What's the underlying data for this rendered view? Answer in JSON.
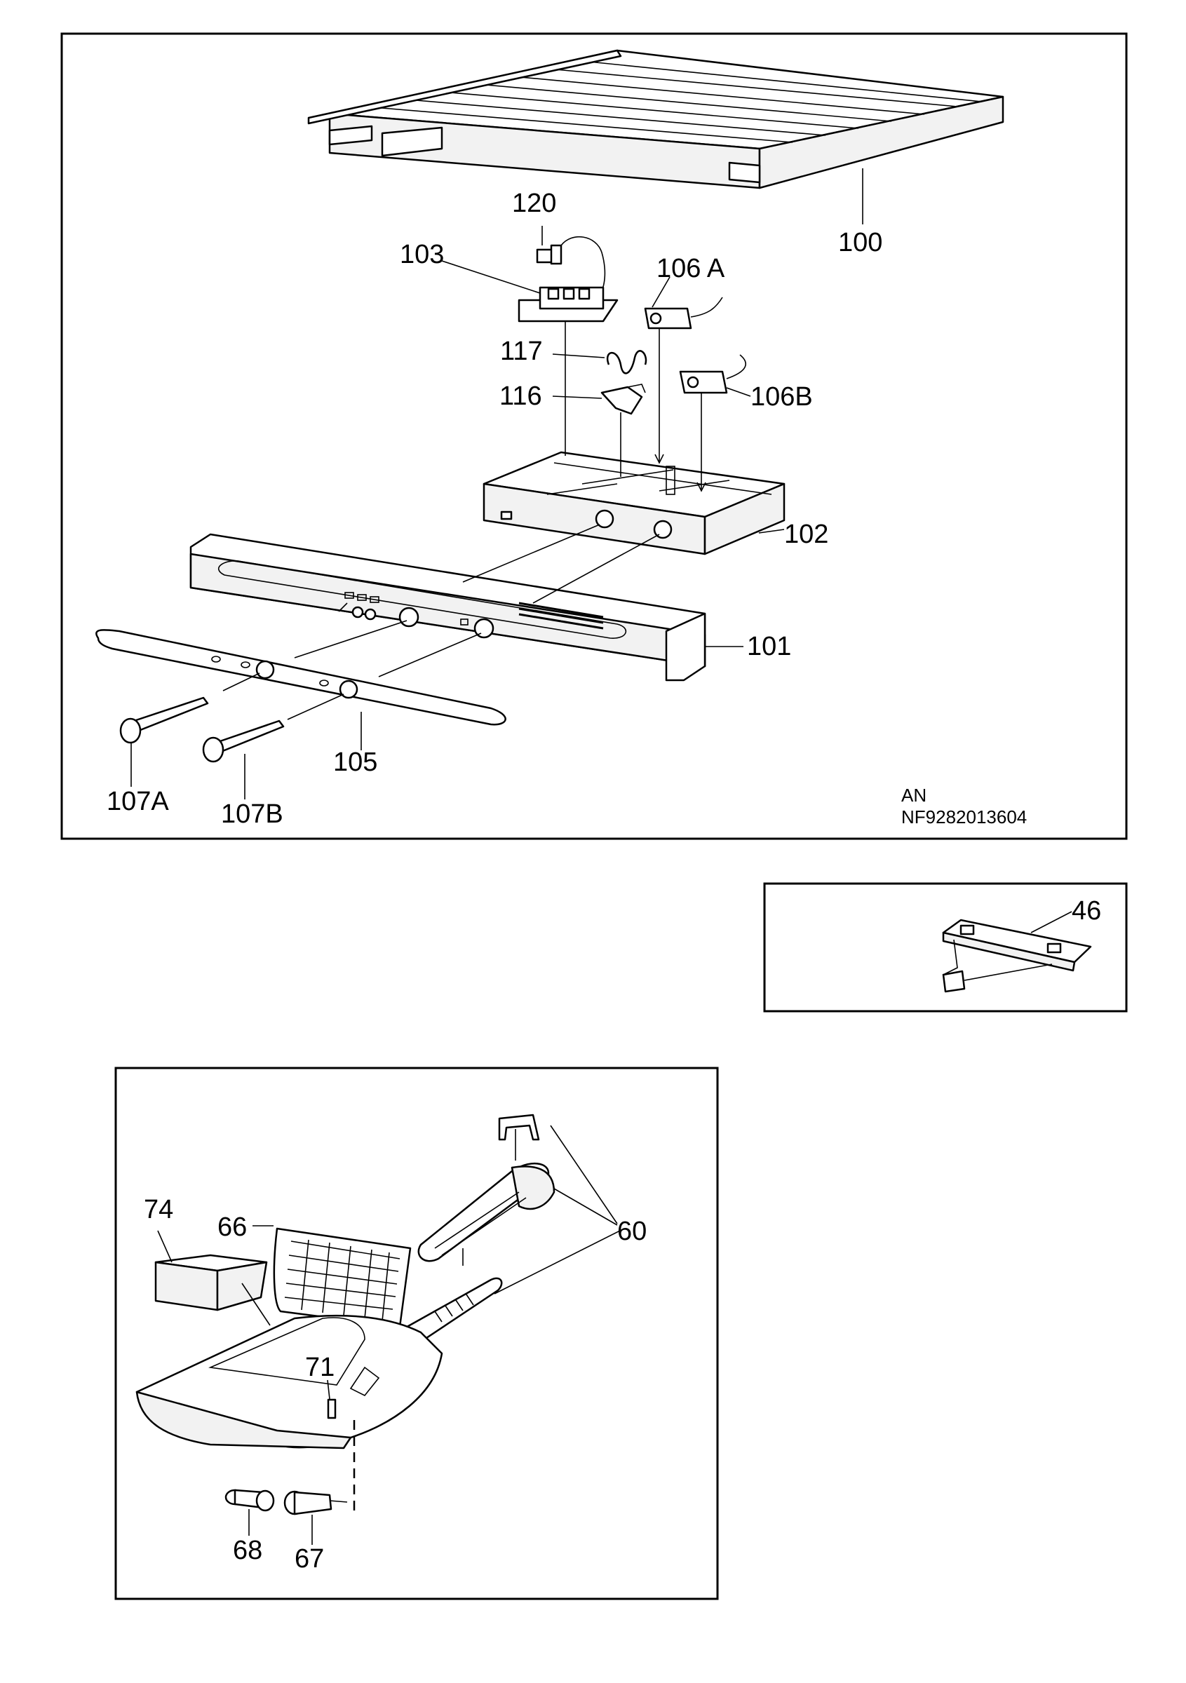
{
  "labels": {
    "p100": "100",
    "p120": "120",
    "p103": "103",
    "p106a": "106 A",
    "p117": "117",
    "p116": "116",
    "p106b": "106B",
    "p102": "102",
    "p101": "101",
    "p105": "105",
    "p107a": "107A",
    "p107b": "107B",
    "p46": "46",
    "p74": "74",
    "p66": "66",
    "p60": "60",
    "p71": "71",
    "p68": "68",
    "p67": "67"
  },
  "diagram_code": {
    "line1": "AN",
    "line2": "NF9282013604"
  }
}
